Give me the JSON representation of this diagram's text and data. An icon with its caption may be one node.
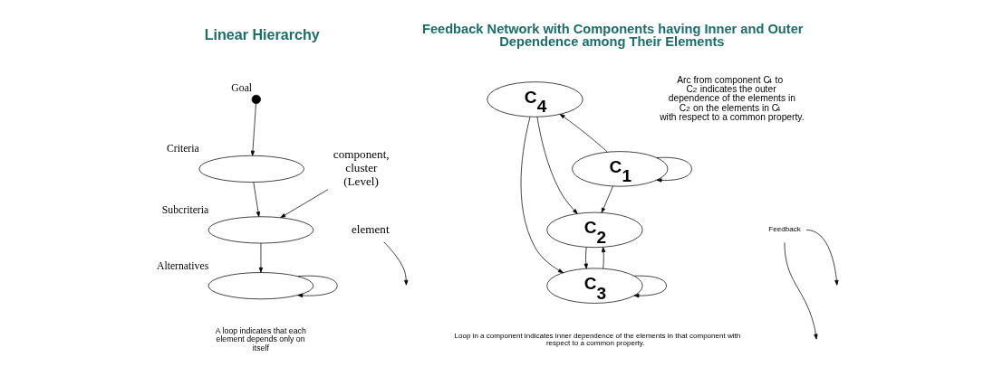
{
  "diagram": {
    "nodes": [
      {
        "text": [],
        "shape": "circle",
        "beside": [
          "Goal"
        ]
      },
      {
        "text": [],
        "shape": "ellipse",
        "beside": [
          "Criteria"
        ]
      },
      {
        "text": [],
        "shape": "ellipse",
        "beside": [
          "Subcriteria"
        ]
      },
      {
        "text": [],
        "shape": "ellipse",
        "beside": [
          "Alternatives"
        ]
      },
      {
        "text": [
          "element"
        ]
      },
      {
        "text": [
          "component, cluster (Level)"
        ]
      },
      {
        "text": [
          "C$_{4}$"
        ]
      },
      {
        "text": [
          "C$_{1}$"
        ]
      },
      {
        "text": [
          "C$_{2}$"
        ]
      },
      {
        "text": [
          "C$_{3}$"
        ]
      },
      {
        "text": [
          "Feedback"
        ]
      }
    ],
    "edges": [
      {
        "from": 0,
        "to": 1,
        "arrow": "to"
      },
      {
        "from": 1,
        "to": 2,
        "arrow": "to"
      },
      {
        "from": 2,
        "to": 3,
        "arrow": "to"
      },
      {
        "from": 3,
        "to": 3,
        "arrow": "to"
      },
      {
        "from": 5,
        "to": 2,
        "arrow": "to"
      },
      {
        "from": 4,
        "to": null,
        "arrow": "to"
      },
      {
        "from": 7,
        "to": 6,
        "arrow": "to"
      },
      {
        "from": 6,
        "to": 8,
        "arrow": "to"
      },
      {
        "from": 6,
        "to": 9,
        "arrow": "to"
      },
      {
        "from": 7,
        "to": 8,
        "arrow": "to"
      },
      {
        "from": 7,
        "to": 7,
        "arrow": "to"
      },
      {
        "from": 9,
        "to": 8,
        "arrow": "to"
      },
      {
        "from": 8,
        "to": 9,
        "arrow": "to"
      },
      {
        "from": 9,
        "to": 9,
        "arrow": "to"
      },
      {
        "from": 10,
        "to": null,
        "arrow": "to"
      },
      {
        "from": 10,
        "to": null,
        "arrow": "to"
      }
    ],
    "labels": [
      "Linear Hierarchy",
      "A loop indicates that each element depends only on itself",
      "Feedback Network with Components having Inner and Outer Dependence among Their Elements",
      "Arc from component C$_{4}$ to C$_{2}$ indicates the outer dependence of the elements in C$_{2}$ on the elements in C$_{4}$ with respect to a common property.",
      "Loop in a component indicates inner dependence of the elements in that component with respect to a common property."
    ]
  }
}
